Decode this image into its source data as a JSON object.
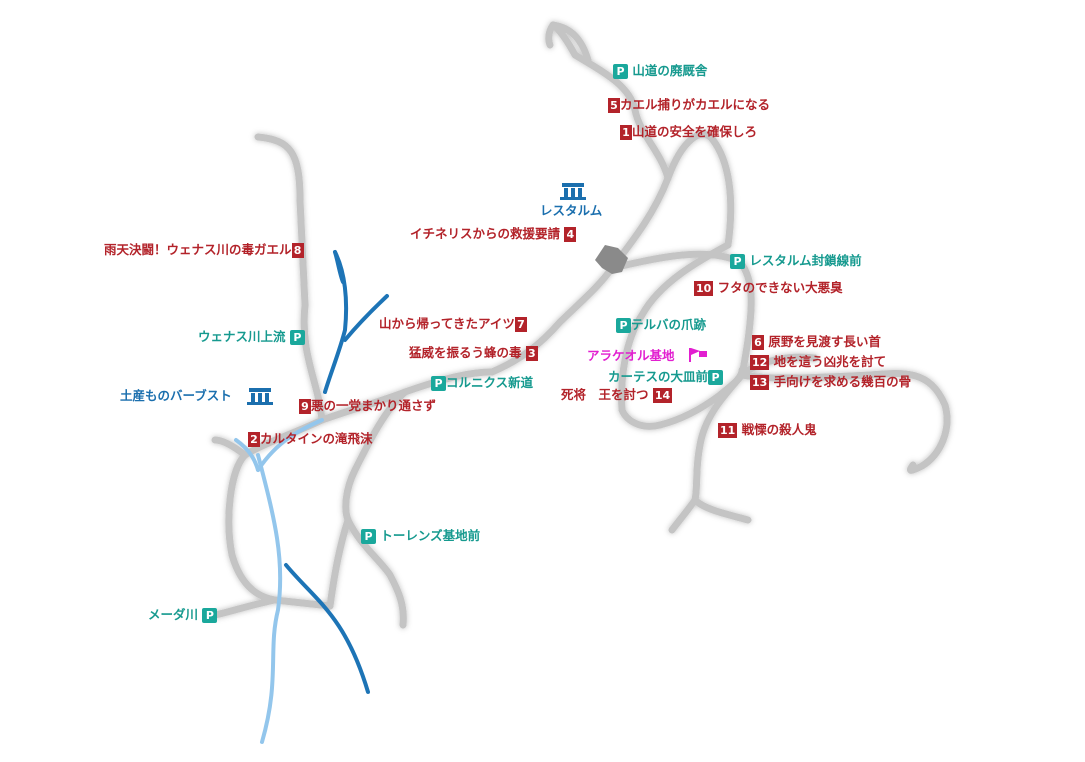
{
  "colors": {
    "quest_red": "#b3232a",
    "parking_teal": "#169a8f",
    "town_blue": "#1b6fae",
    "base_magenta": "#e21fd0",
    "road_gray": "#bdbdbd",
    "river_dark": "#1d74b6",
    "river_light": "#8fc3ea"
  },
  "icons": {
    "parking": "P",
    "town": "town-building-icon",
    "base": "flag-icon"
  },
  "quests": [
    {
      "num": "1",
      "name": "山道の安全を確保しろ"
    },
    {
      "num": "2",
      "name": "カルタインの滝飛沫"
    },
    {
      "num": "3",
      "name": "猛威を振るう蜂の毒"
    },
    {
      "num": "4",
      "name": "イチネリスからの救援要請"
    },
    {
      "num": "5",
      "name": "カエル捕りがカエルになる"
    },
    {
      "num": "6",
      "name": "原野を見渡す長い首"
    },
    {
      "num": "7",
      "name": "山から帰ってきたアイツ"
    },
    {
      "num": "8",
      "name": "雨天決闘！ウェナス川の毒ガエル"
    },
    {
      "num": "9",
      "name": "悪の一党まかり通さず"
    },
    {
      "num": "10",
      "name": "フタのできない大悪臭"
    },
    {
      "num": "11",
      "name": "戦慄の殺人鬼"
    },
    {
      "num": "12",
      "name": "地を這う凶兆を討て"
    },
    {
      "num": "13",
      "name": "手向けを求める幾百の骨"
    },
    {
      "num": "14",
      "name": "死将　王を討つ"
    }
  ],
  "parking": [
    "山道の廃厩舎",
    "レスタルム封鎖線前",
    "テルバの爪跡",
    "カーテスの大皿前",
    "コルニクス新道",
    "ウェナス川上流",
    "トーレンズ基地前",
    "メーダ川"
  ],
  "towns": [
    "レスタルム",
    "土産ものバーブスト"
  ],
  "base": "アラケオル基地"
}
